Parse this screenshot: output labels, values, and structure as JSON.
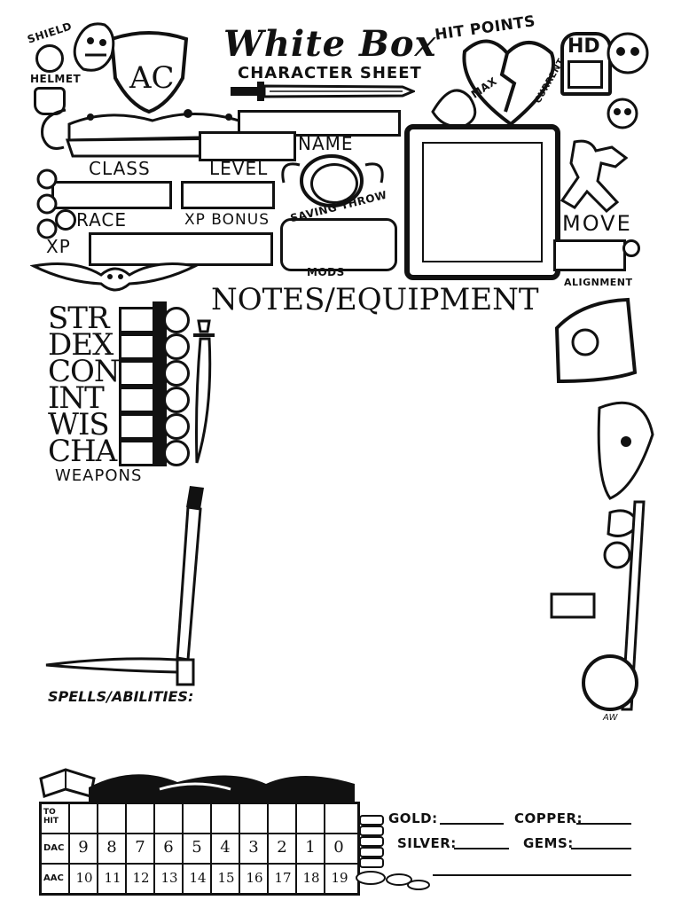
{
  "sheet": {
    "title": "White Box",
    "subtitle": "CHARACTER SHEET"
  },
  "labels": {
    "shield": "SHIELD",
    "helmet": "HELMET",
    "ac": "AC",
    "hit_points": "HIT POINTS",
    "max": "MAX",
    "current": "CURRENT",
    "hd": "HD",
    "name": "NAME",
    "class": "CLASS",
    "level": "LEVEL",
    "race": "RACE",
    "xp_bonus": "XP BONUS",
    "xp": "XP",
    "saving_throw": "SAVING THROW",
    "mods": "MODS",
    "move": "MOVE",
    "alignment": "ALIGNMENT",
    "notes_equipment": "NOTES/EQUIPMENT",
    "weapons": "WEAPONS",
    "spells_abilities": "SPELLS/ABILITIES:",
    "artist_sig": "AW"
  },
  "attributes": [
    "STR",
    "DEX",
    "CON",
    "INT",
    "WIS",
    "CHA"
  ],
  "to_hit_table": {
    "row_labels": {
      "to_hit": "TO HIT",
      "dac": "DAC",
      "aac": "AAC"
    },
    "dac": [
      "9",
      "8",
      "7",
      "6",
      "5",
      "4",
      "3",
      "2",
      "1",
      "0"
    ],
    "aac": [
      "10",
      "11",
      "12",
      "13",
      "14",
      "15",
      "16",
      "17",
      "18",
      "19"
    ]
  },
  "money": {
    "gold": "GOLD:",
    "copper": "COPPER:",
    "silver": "SILVER:",
    "gems": "GEMS:"
  }
}
